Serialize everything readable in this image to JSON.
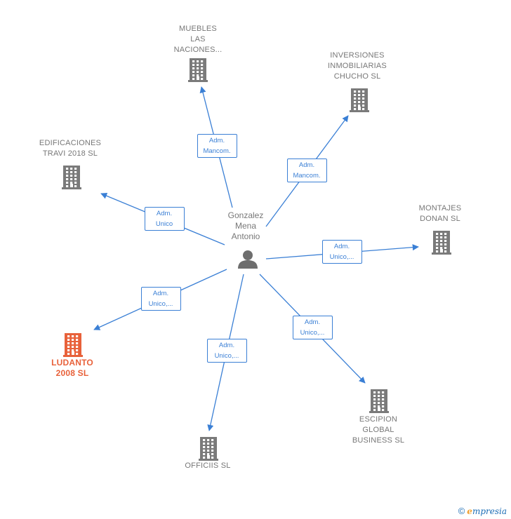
{
  "center": {
    "name": "Gonzalez\nMena\nAntonio",
    "icon": "person-icon"
  },
  "nodes": [
    {
      "id": "muebles",
      "name": "MUEBLES\nLAS\nNACIONES...",
      "highlight": false
    },
    {
      "id": "inversiones",
      "name": "INVERSIONES\nINMOBILIARIAS\nCHUCHO  SL",
      "highlight": false
    },
    {
      "id": "edificaciones",
      "name": "EDIFICACIONES\nTRAVI 2018  SL",
      "highlight": false
    },
    {
      "id": "montajes",
      "name": "MONTAJES\nDONAN  SL",
      "highlight": false
    },
    {
      "id": "ludanto",
      "name": "LUDANTO\n2008  SL",
      "highlight": true
    },
    {
      "id": "escipion",
      "name": "ESCIPION\nGLOBAL\nBUSINESS  SL",
      "highlight": false
    },
    {
      "id": "officiis",
      "name": "OFFICIIS  SL",
      "highlight": false
    }
  ],
  "edges": [
    {
      "to": "muebles",
      "label": "Adm.\nMancom."
    },
    {
      "to": "inversiones",
      "label": "Adm.\nMancom."
    },
    {
      "to": "edificaciones",
      "label": "Adm.\nUnico"
    },
    {
      "to": "montajes",
      "label": "Adm.\nUnico,..."
    },
    {
      "to": "ludanto",
      "label": "Adm.\nUnico,..."
    },
    {
      "to": "escipion",
      "label": "Adm.\nUnico,..."
    },
    {
      "to": "officiis",
      "label": "Adm.\nUnico,..."
    }
  ],
  "colors": {
    "edge": "#3a7fd5",
    "building": "#7a7a7a",
    "highlight": "#e8613a"
  },
  "footer": {
    "copyright": "©",
    "brand_e": "e",
    "brand_rest": "mpresia"
  }
}
